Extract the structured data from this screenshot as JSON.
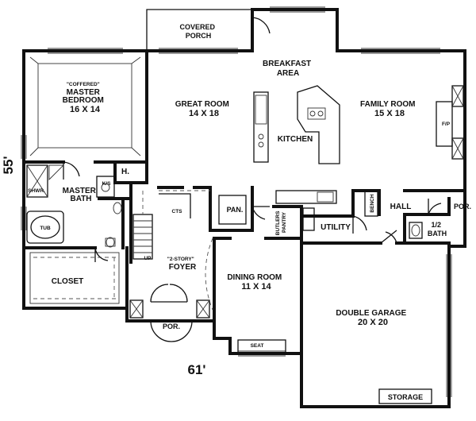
{
  "plan": {
    "rooms": {
      "covered_porch": [
        "COVERED",
        "PORCH"
      ],
      "breakfast_area": [
        "BREAKFAST",
        "AREA"
      ],
      "great_room": [
        "GREAT ROOM",
        "14 X 18"
      ],
      "family_room": [
        "FAMILY ROOM",
        "15 X 18"
      ],
      "master_bedroom": [
        "\"COFFERED\"",
        "MASTER",
        "BEDROOM",
        "16 X 14"
      ],
      "kitchen": "KITCHEN",
      "master_bath": [
        "MASTER",
        "BATH"
      ],
      "closet": "CLOSET",
      "dining_room": [
        "DINING ROOM",
        "11 X 14"
      ],
      "foyer": [
        "\"2-STORY\"",
        "FOYER"
      ],
      "double_garage": [
        "DOUBLE GARAGE",
        "20 X 20"
      ],
      "utility": "UTILITY",
      "half_bath": [
        "1/2",
        "BATH"
      ],
      "pantry": "PAN.",
      "hall": "HALL",
      "storage": "STORAGE",
      "porch_front": "POR.",
      "porch_side": "POR.",
      "bench": "BENCH",
      "seat": "SEAT",
      "tub": "TUB",
      "shower": "SHWR.",
      "ks": "K/S",
      "linen": "H.",
      "cts": "CTS",
      "up": "UP",
      "fireplace": "F/P",
      "butlers_pantry": [
        "BUTLERS",
        "PANTRY"
      ]
    },
    "dimensions": {
      "width": "61'",
      "depth": "55'"
    }
  }
}
